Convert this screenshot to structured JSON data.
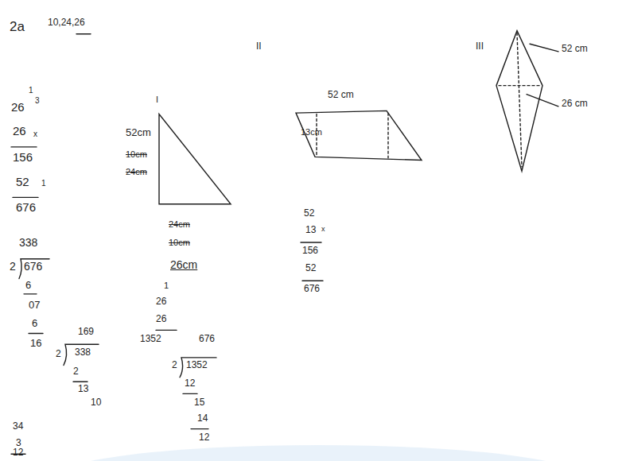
{
  "diagram": {
    "labels": [
      "2a",
      "10,24,26",
      "1",
      "26",
      "3",
      "26",
      "x",
      "156",
      "52",
      "1",
      "676",
      "338",
      "2",
      "676",
      "6",
      "07",
      "6",
      "16",
      "I",
      "52cm",
      "10cm",
      "24cm",
      "24cm",
      "10cm",
      "26cm",
      "II",
      "52 cm",
      "13cm",
      "52",
      "13",
      "x",
      "156",
      "52",
      "676",
      "III",
      "52 cm",
      "26 cm",
      "1",
      "26",
      "26",
      "1352",
      "676",
      "2",
      "1352",
      "12",
      "15",
      "14",
      "12",
      "169",
      "2",
      "338",
      "2",
      "13",
      "10",
      "34",
      "3",
      "12"
    ]
  }
}
